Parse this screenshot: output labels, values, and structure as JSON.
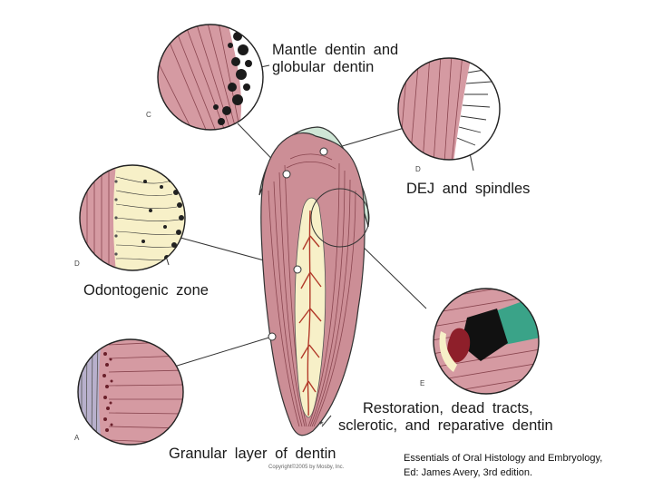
{
  "labels": {
    "mantle_line1": "Mantle dentin and",
    "mantle_line2": "globular dentin",
    "dej": "DEJ and spindles",
    "odontogenic": "Odontogenic zone",
    "restoration_line1": "Restoration, dead tracts,",
    "restoration_line2": "sclerotic, and reparative dentin",
    "granular": "Granular layer of dentin"
  },
  "panel_letters": {
    "c": "C",
    "d_right": "D",
    "d_left": "D",
    "e": "E",
    "a": "A"
  },
  "copyright": "Copyright©2005 by Mosby, Inc.",
  "caption": {
    "line1": "Essentials of Oral Histology and Embryology,",
    "line2": "Ed: James Avery, 3rd edition."
  },
  "colors": {
    "dentin": "#cc8e96",
    "enamel": "#cfe6d6",
    "pulp": "#f7f0c8",
    "vessel": "#b23a2a"
  }
}
